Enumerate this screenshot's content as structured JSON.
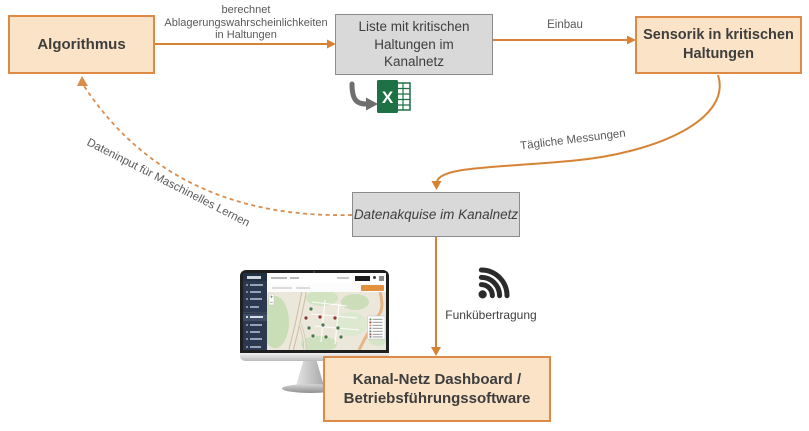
{
  "nodes": {
    "algorithmus": {
      "label": "Algorithmus"
    },
    "liste": {
      "lines": [
        "Liste mit kritischen",
        "Haltungen im",
        "Kanalnetz"
      ]
    },
    "sensorik": {
      "lines": [
        "Sensorik in kritischen",
        "Haltungen"
      ]
    },
    "datenakquise": {
      "label": "Datenakquise im Kanalnetz"
    },
    "dashboard": {
      "lines": [
        "Kanal-Netz Dashboard /",
        "Betriebsführungssoftware"
      ]
    }
  },
  "edge_labels": {
    "berechnet": {
      "lines": [
        "berechnet",
        "Ablagerungswahrscheinlichkeiten",
        "in Haltungen"
      ]
    },
    "einbau": "Einbau",
    "taegliche_messungen": "Tägliche Messungen",
    "dateninput": "Dateninput für Maschinelles Lernen",
    "funkuebertragung": "Funkübertragung"
  },
  "icons": {
    "excel": "excel-icon",
    "excel_letter": "X",
    "excel_arrow": "curved-arrow-icon",
    "wifi": "wifi-icon",
    "monitor": "dashboard-monitor"
  },
  "colors": {
    "node-orange-fill": "#FAE3C6",
    "node-orange-border": "#DD8A47",
    "node-gray-fill": "#D9D9D9",
    "node-gray-border": "#8C8C8C",
    "arrow": "#D68334",
    "arrow-dashed": "#D98C4C",
    "node-text": "#3E3E3E",
    "label-text": "#595959",
    "excel-green": "#1E7145",
    "wifi-color": "#2B2B2B"
  }
}
